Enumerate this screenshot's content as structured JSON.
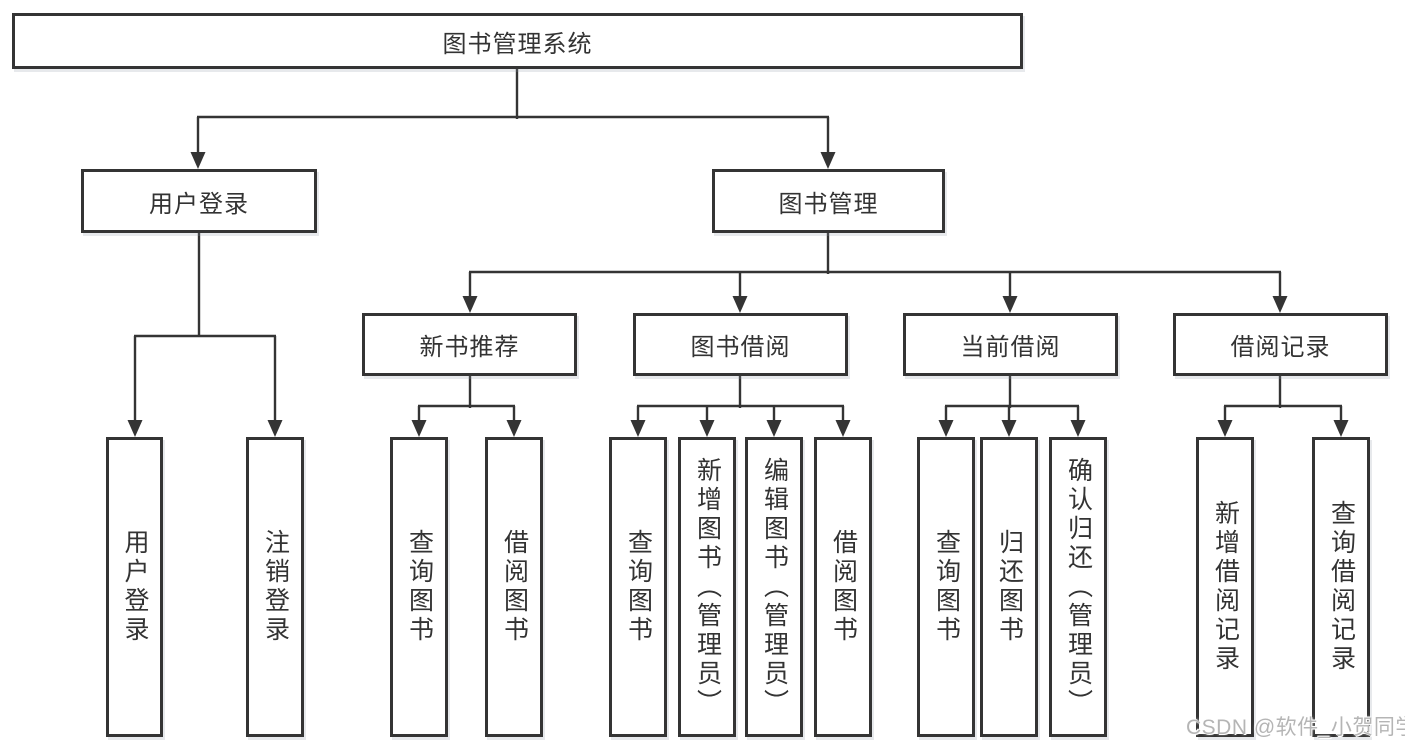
{
  "tree": {
    "label": "图书管理系统",
    "children": [
      {
        "label": "用户登录",
        "children": [
          {
            "label": "用户登录"
          },
          {
            "label": "注销登录"
          }
        ]
      },
      {
        "label": "图书管理",
        "children": [
          {
            "label": "新书推荐",
            "children": [
              {
                "label": "查询图书"
              },
              {
                "label": "借阅图书"
              }
            ]
          },
          {
            "label": "图书借阅",
            "children": [
              {
                "label": "查询图书"
              },
              {
                "label": "新增图书（管理员）"
              },
              {
                "label": "编辑图书（管理员）"
              },
              {
                "label": "借阅图书"
              }
            ]
          },
          {
            "label": "当前借阅",
            "children": [
              {
                "label": "查询图书"
              },
              {
                "label": "归还图书"
              },
              {
                "label": "确认归还（管理员）"
              }
            ]
          },
          {
            "label": "借阅记录",
            "children": [
              {
                "label": "新增借阅记录"
              },
              {
                "label": "查询借阅记录"
              }
            ]
          }
        ]
      }
    ]
  },
  "watermark": {
    "text": "CSDN @软件_小贺同学"
  },
  "colors": {
    "line": "#343434",
    "box_border": "#343434",
    "text": "#333333",
    "background": "#ffffff",
    "watermark": "#b5b5b5"
  }
}
